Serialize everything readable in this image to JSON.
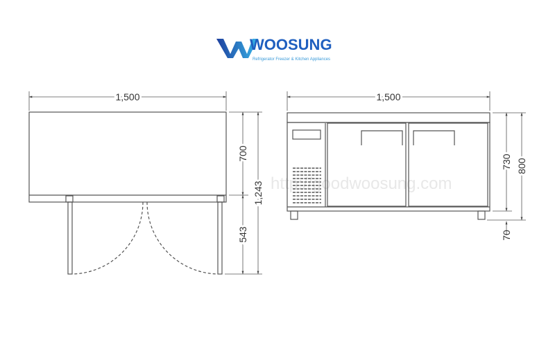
{
  "logo": {
    "brand": "WOOSUNG",
    "tagline": "Refrigerator Freezer & Kitchen Appliances",
    "color": "#1a6fc4"
  },
  "watermark": "http://goodwoosung.com",
  "top_view": {
    "width_label": "1,500",
    "depth_label": "700",
    "door_swing_label": "543",
    "total_depth_label": "1,243"
  },
  "front_view": {
    "width_label": "1,500",
    "body_height_label": "730",
    "total_height_label": "800",
    "leg_height_label": "70"
  },
  "colors": {
    "line": "#555555",
    "text": "#333333"
  }
}
